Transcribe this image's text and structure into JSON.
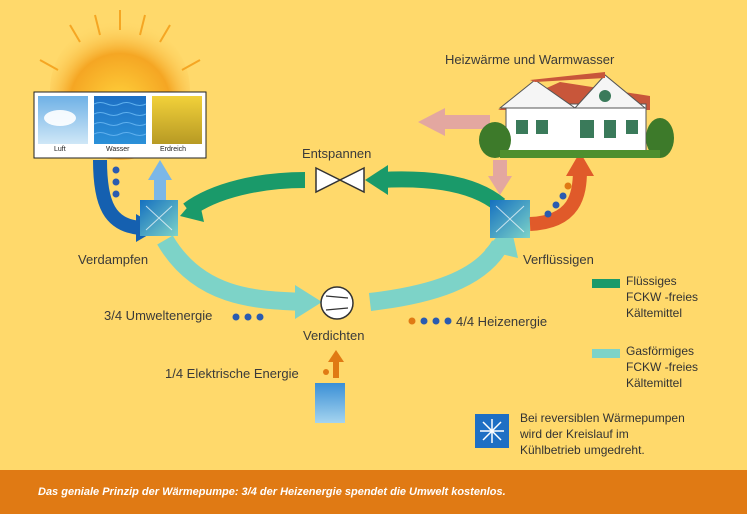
{
  "labels": {
    "house": "Heizwärme und Warmwasser",
    "expand": "Entspannen",
    "evaporate": "Verdampfen",
    "condense": "Verflüssigen",
    "compress": "Verdichten",
    "env_energy": "3/4 Umweltenergie",
    "heat_energy": "4/4 Heizenergie",
    "electric_energy": "1/4 Elektrische Energie"
  },
  "sources": [
    {
      "label": "Luft"
    },
    {
      "label": "Wasser"
    },
    {
      "label": "Erdreich"
    }
  ],
  "legend": [
    {
      "label": "Flüssiges\nFCKW -freies\nKältemittel",
      "color": "#1a9a6a"
    },
    {
      "label": "Gasförmiges\nFCKW -freies\nKältemittel",
      "color": "#7dd3c8"
    }
  ],
  "note": "Bei reversiblen Wärmepumpen\nwird der Kreislauf im\nKühlbetrieb umgedreht.",
  "caption": "Das geniale Prinzip der Wärmepumpe: 3/4 der Heizenergie spendet die Umwelt kostenlos.",
  "colors": {
    "background": "#ffd96b",
    "liquid": "#1a9a6a",
    "gas": "#7dd3c8",
    "heat": "#e05a2a",
    "env_dots": "#2a5bb0",
    "caption_bar": "#e07a14"
  }
}
